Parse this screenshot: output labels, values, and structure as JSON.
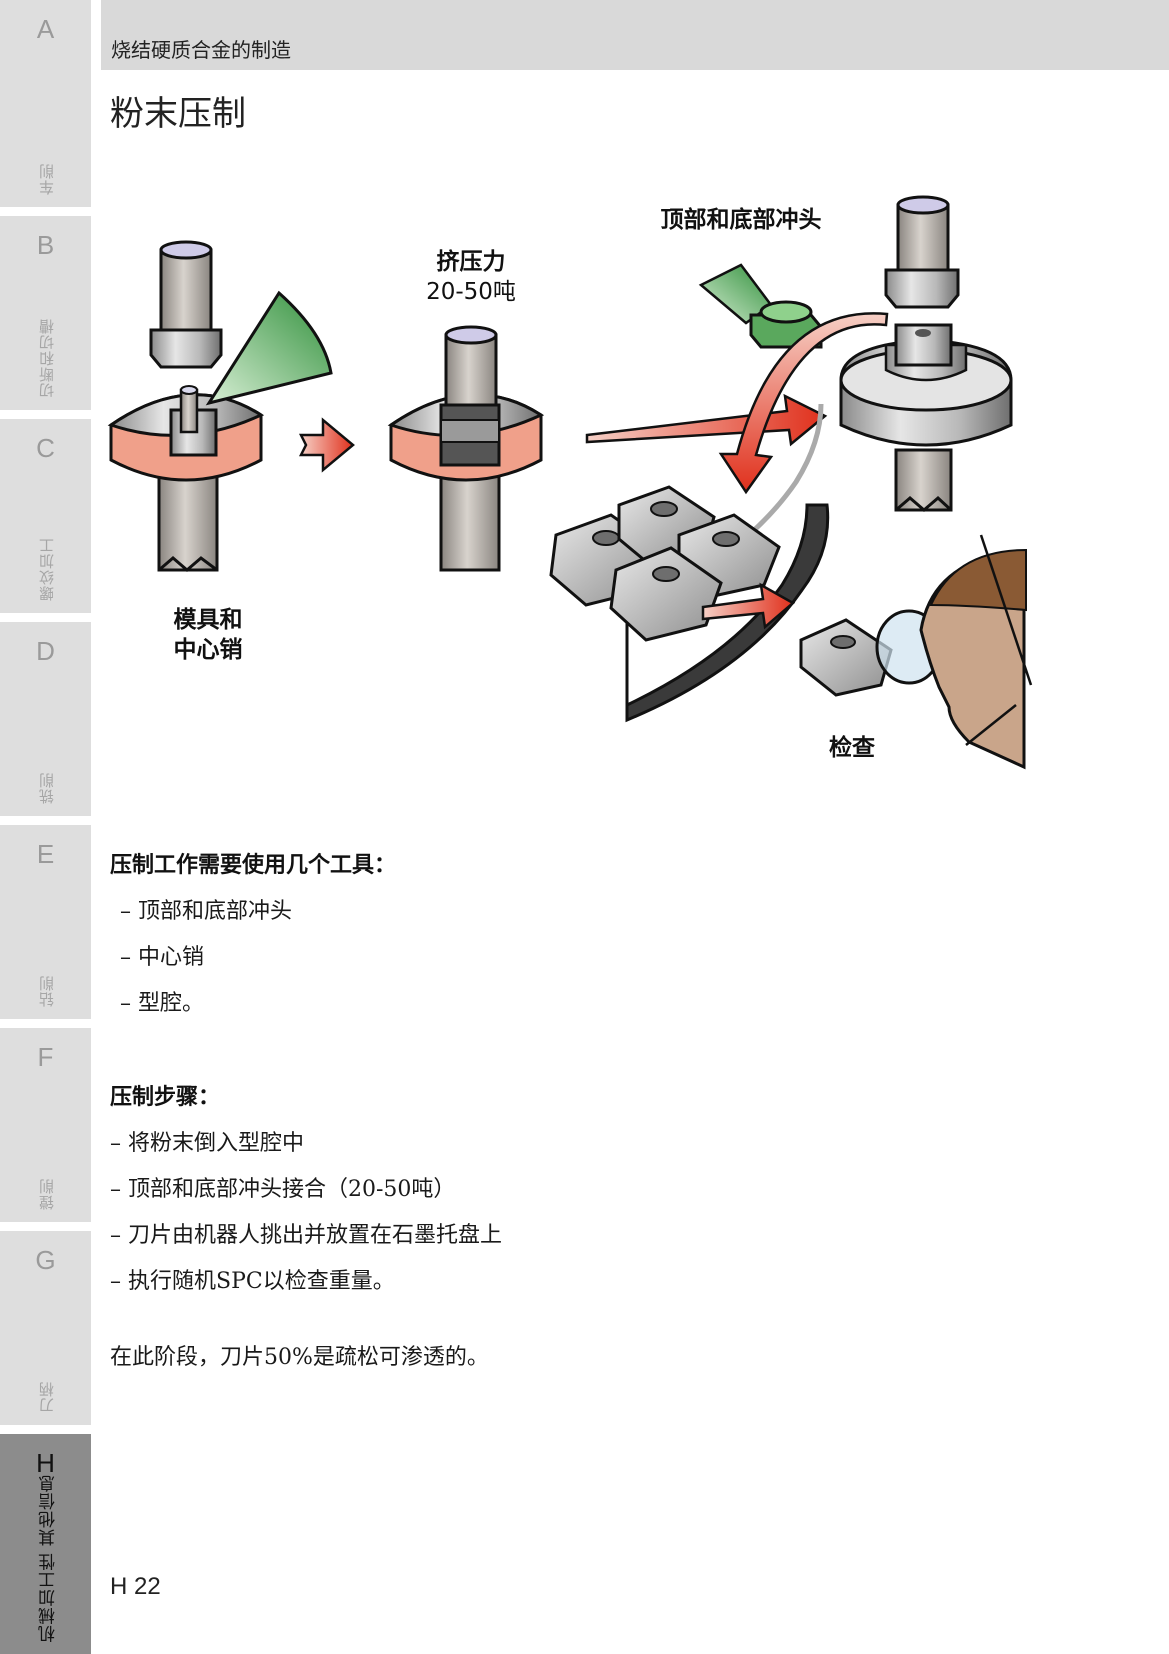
{
  "side_tabs": [
    {
      "letter": "A",
      "label": "车削"
    },
    {
      "letter": "B",
      "label": "切断和切槽"
    },
    {
      "letter": "C",
      "label": "螺纹加工"
    },
    {
      "letter": "D",
      "label": "铣削"
    },
    {
      "letter": "E",
      "label": "钻削"
    },
    {
      "letter": "F",
      "label": "镗削"
    },
    {
      "letter": "G",
      "label": "刀柄"
    },
    {
      "letter": "H",
      "label": "机械加工性 其他信息"
    }
  ],
  "active_tab": "H",
  "header": {
    "title": "烧结硬质合金的制造"
  },
  "page_title": "粉末压制",
  "figure": {
    "label_die": "模具和",
    "label_die_2": "中心销",
    "label_pressure": "挤压力",
    "label_pressure_value": "20-50吨",
    "label_punches": "顶部和底部冲头",
    "label_inspection": "检查"
  },
  "tools": {
    "heading": "压制工作需要使用几个工具：",
    "items": [
      "–  顶部和底部冲头",
      "–  中心销",
      "–  型腔。"
    ]
  },
  "steps": {
    "heading": "压制步骤：",
    "items": [
      "–  将粉末倒入型腔中",
      "–  顶部和底部冲头接合（20-50吨）",
      "–  刀片由机器人挑出并放置在石墨托盘上",
      "–  执行随机SPC以检查重量。"
    ]
  },
  "note": "在此阶段，刀片50%是疏松可渗透的。",
  "page_number": "H 22",
  "colors": {
    "tab_bg": "#dedede",
    "tab_active_bg": "#8c8c8c",
    "header_bg": "#d9d9d9",
    "accent_red": "#e8402b",
    "powder_green": "#3f9a48",
    "die_salmon": "#f0a08a"
  }
}
